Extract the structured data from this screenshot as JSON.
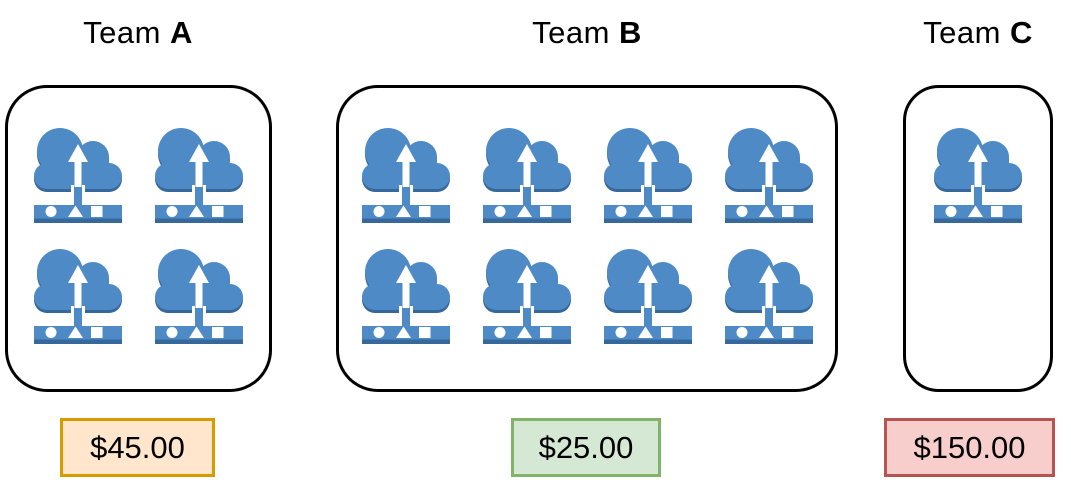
{
  "background_color": "#ffffff",
  "container_border_color": "#000000",
  "icon": {
    "name": "cloud-upload-instance-icon",
    "main_color": "#4E8BC6",
    "shadow_color": "#36689C",
    "glyph_color": "#ffffff"
  },
  "teams": [
    {
      "title_prefix": "Team ",
      "title_letter": "A",
      "instance_count": 4,
      "grid_cols": 2,
      "price": "$45.00",
      "price_fill": "#FFE6CC",
      "price_border": "#D79B00"
    },
    {
      "title_prefix": "Team ",
      "title_letter": "B",
      "instance_count": 8,
      "grid_cols": 4,
      "price": "$25.00",
      "price_fill": "#D5E8D4",
      "price_border": "#82B366"
    },
    {
      "title_prefix": "Team ",
      "title_letter": "C",
      "instance_count": 1,
      "grid_cols": 1,
      "price": "$150.00",
      "price_fill": "#F8CECC",
      "price_border": "#B85450"
    }
  ]
}
